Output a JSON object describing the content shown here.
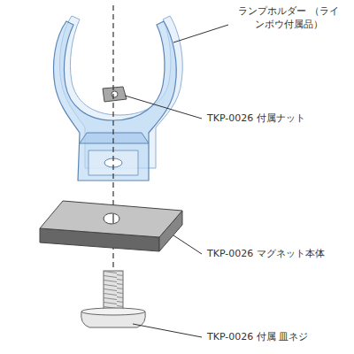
{
  "diagram": {
    "labels": [
      "ランプホルダー （ラインボウ付属品）",
      "TKP-0026 付属ナット",
      "TKP-0026 マグネット本体",
      "TKP-0026 付属 皿ネジ"
    ]
  }
}
